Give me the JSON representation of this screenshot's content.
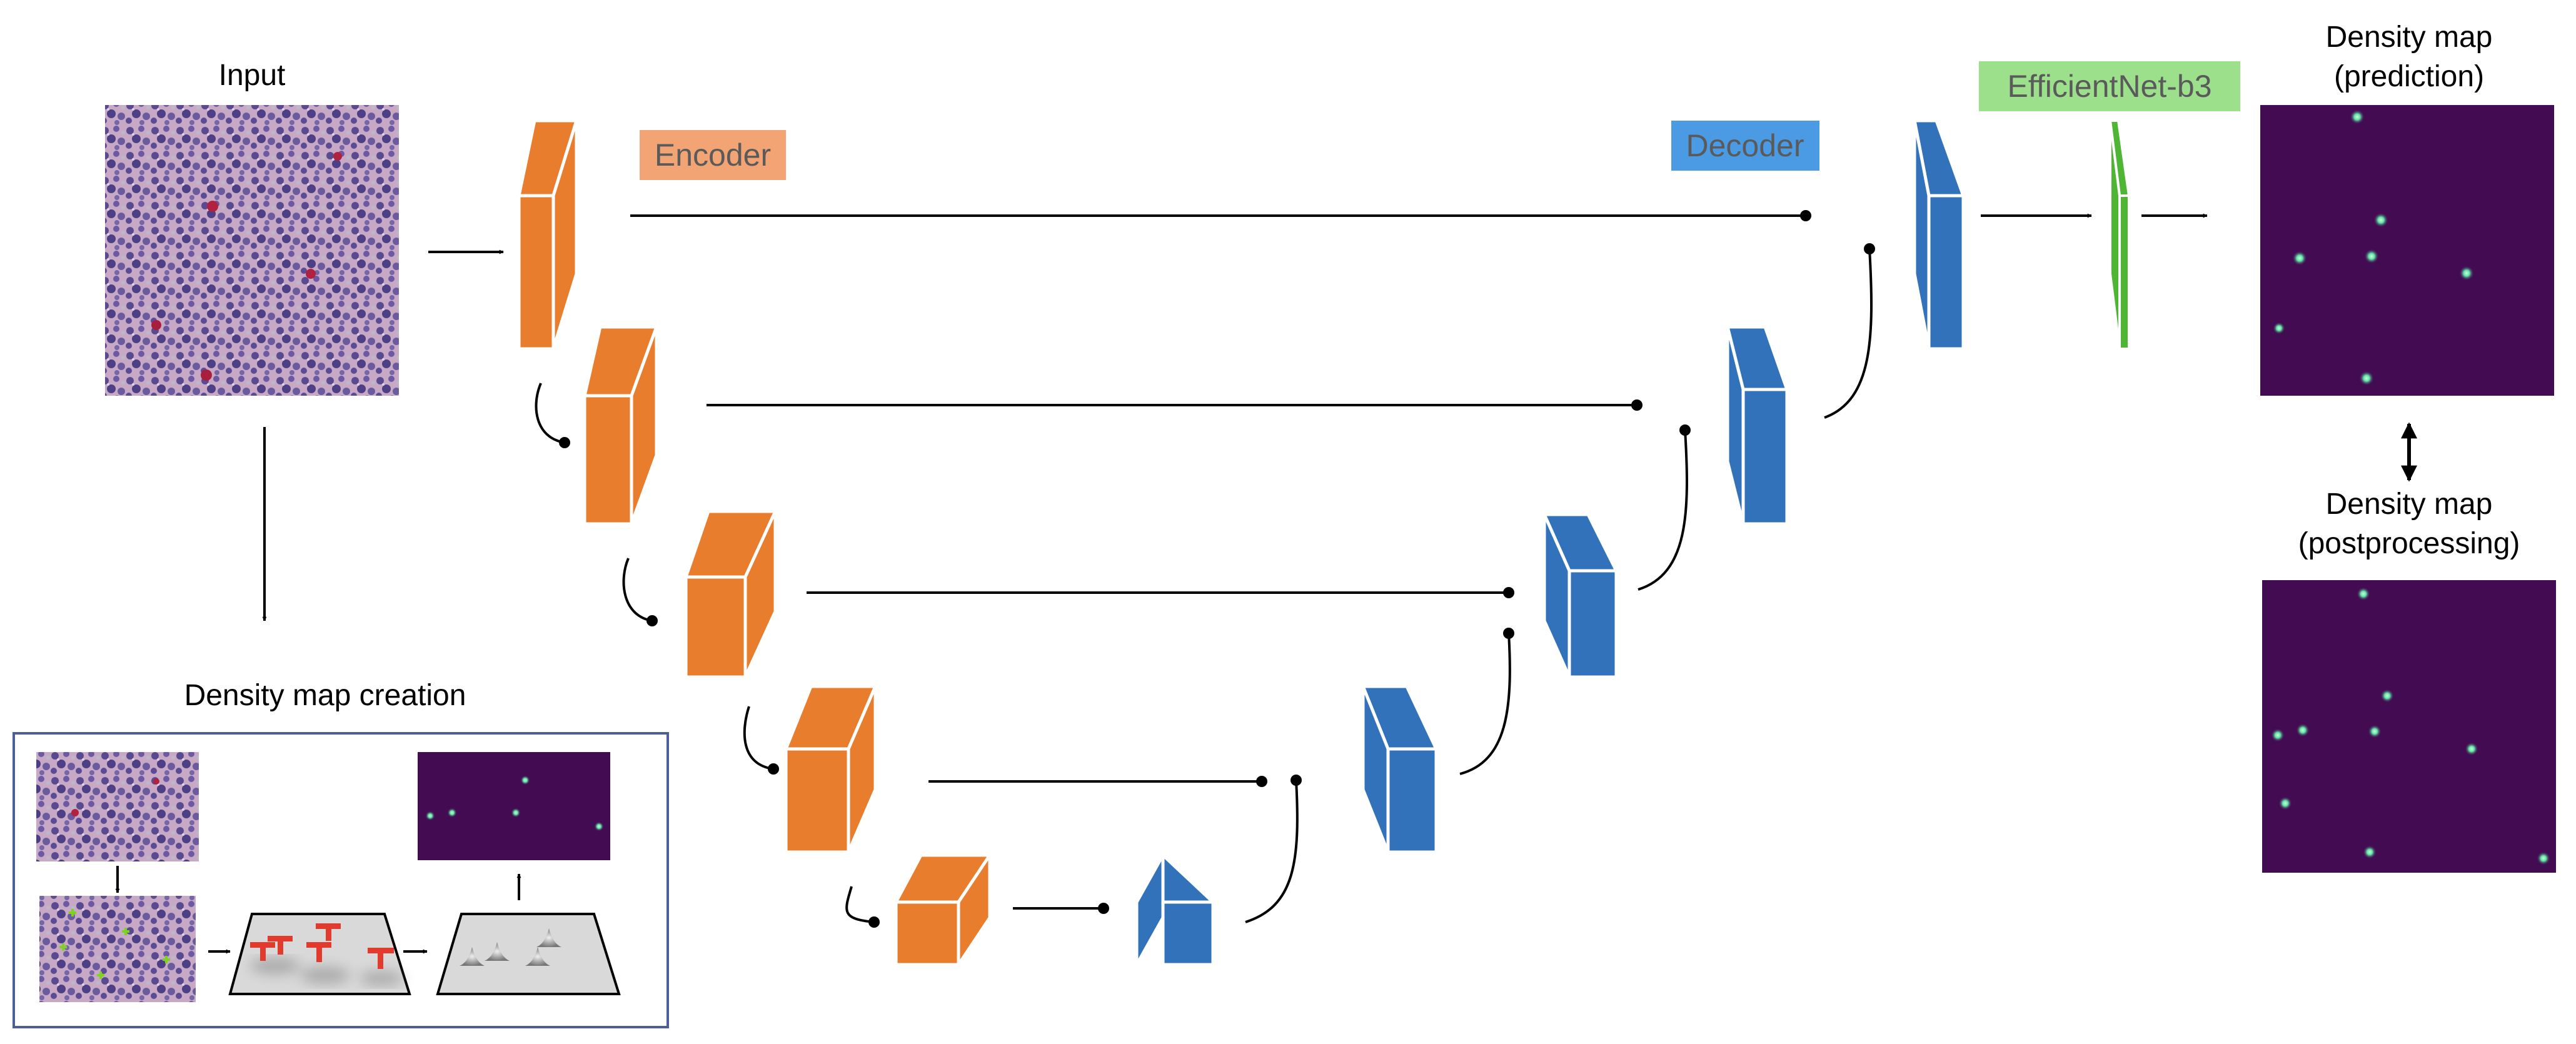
{
  "labels": {
    "input": "Input",
    "density_map_creation": "Density map creation",
    "encoder": "Encoder",
    "decoder": "Decoder",
    "efficientnet": "EfficientNet-b3",
    "prediction_line1": "Density map",
    "prediction_line2": "(prediction)",
    "postprocessing_line1": "Density map",
    "postprocessing_line2": "(postprocessing)"
  },
  "colors": {
    "encoder_block": "#E87D2E",
    "decoder_block": "#3272BA",
    "efficientnet_block": "#4FB534",
    "encoder_tag_bg": "#F2A474",
    "decoder_tag_bg": "#4A9BE3",
    "efficientnet_tag_bg": "#9CE08C",
    "density_map_bg": "#420B52",
    "density_spot": "#7DF0B4",
    "kernel_marker": "#E33A2E",
    "creation_box_border": "#4A5E99"
  },
  "icons": {
    "input_image": "histology-tissue-patch",
    "annotated_image": "annotated-histology-patch",
    "dot_annotations": "red-t-marker-plane",
    "gaussian_kernels": "gaussian-peaks-plane"
  }
}
